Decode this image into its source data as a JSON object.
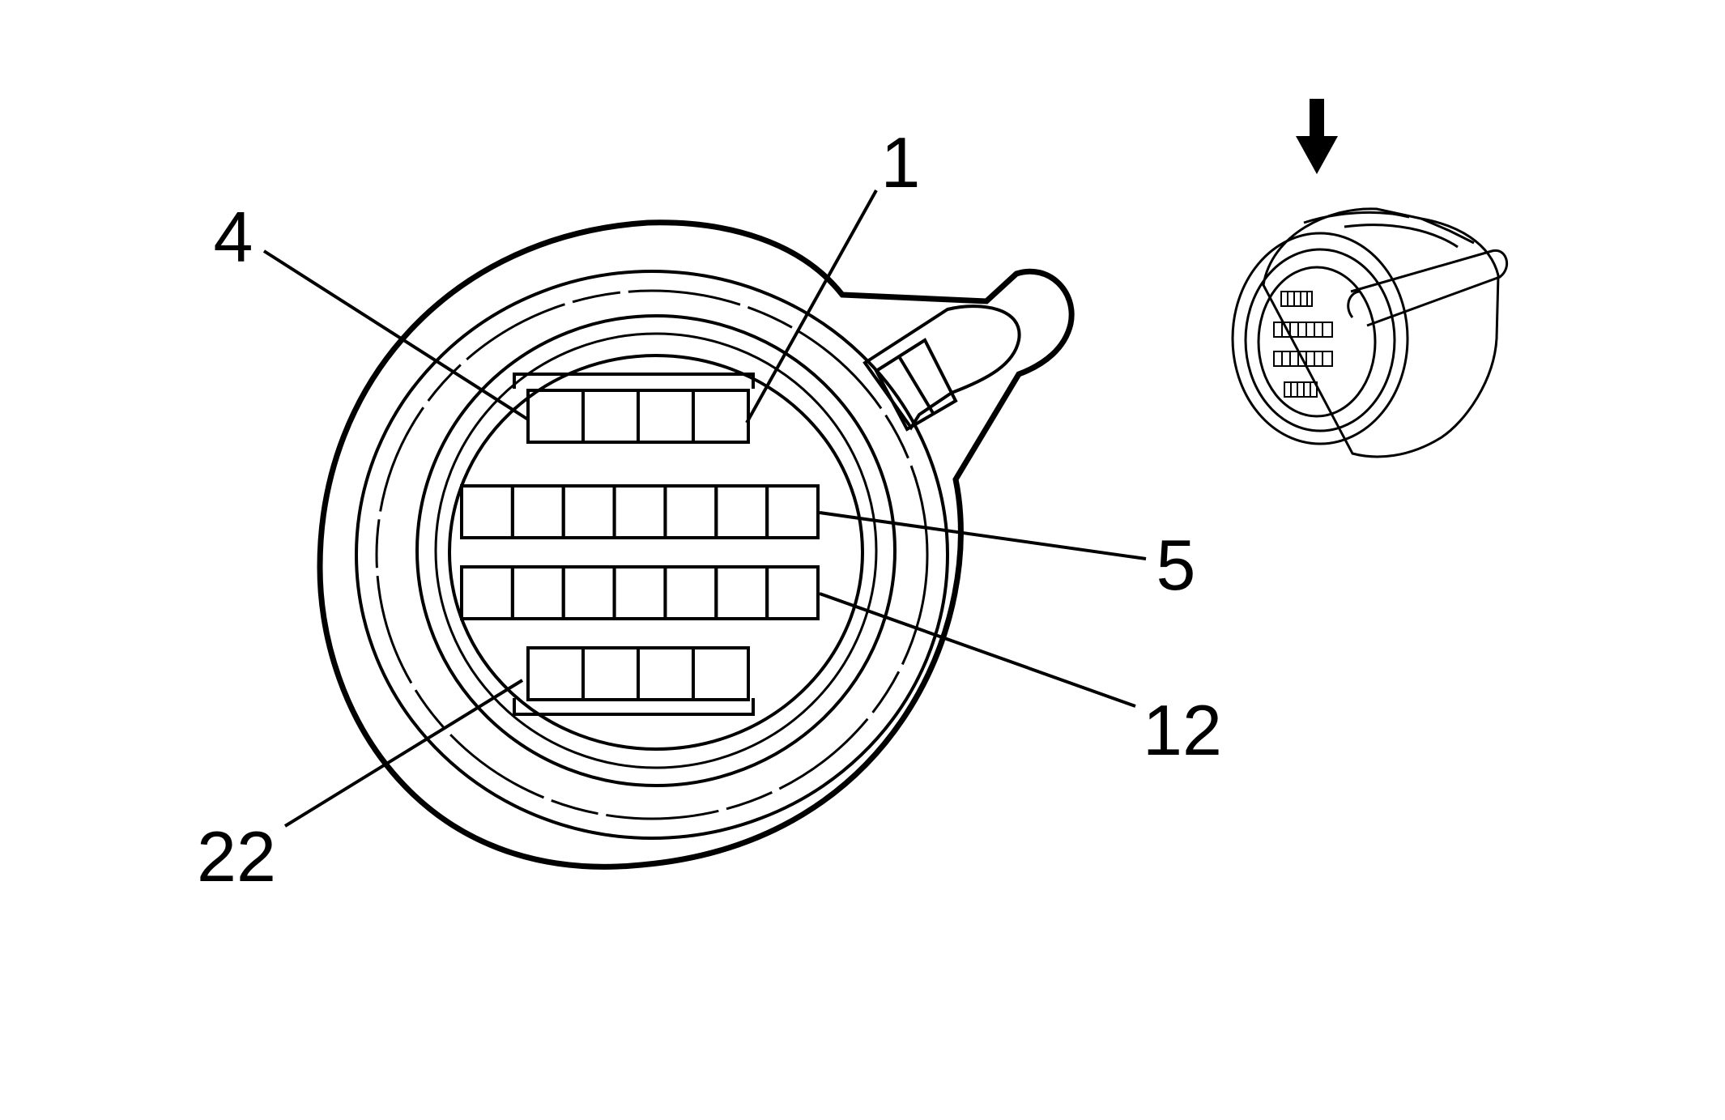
{
  "diagram": {
    "colors": {
      "line": "#000000",
      "background": "#ffffff"
    },
    "connector": {
      "rows": [
        {
          "row": 1,
          "cavities": 4
        },
        {
          "row": 2,
          "cavities": 7
        },
        {
          "row": 3,
          "cavities": 7
        },
        {
          "row": 4,
          "cavities": 4
        }
      ]
    },
    "callouts": [
      {
        "id": "pin-1",
        "text": "1"
      },
      {
        "id": "pin-4",
        "text": "4"
      },
      {
        "id": "pin-5",
        "text": "5"
      },
      {
        "id": "pin-12",
        "text": "12"
      },
      {
        "id": "pin-22",
        "text": "22"
      }
    ],
    "view_indicator": {
      "icon": "arrow-down-icon"
    }
  }
}
